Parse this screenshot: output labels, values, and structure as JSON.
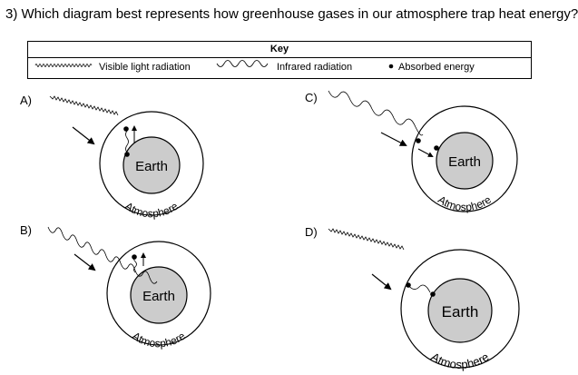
{
  "question": "3) Which diagram best represents how greenhouse gases in our atmosphere trap heat energy?",
  "key": {
    "title": "Key",
    "visible_light": "Visible light radiation",
    "infrared": "Infrared radiation",
    "absorbed": "Absorbed energy"
  },
  "options": [
    {
      "label": "A)",
      "earth": "Earth",
      "atmosphere": "Atmosphere"
    },
    {
      "label": "B)",
      "earth": "Earth",
      "atmosphere": "Atmosphere"
    },
    {
      "label": "C)",
      "earth": "Earth",
      "atmosphere": "Atmosphere"
    },
    {
      "label": "D)",
      "earth": "Earth",
      "atmosphere": "Atmosphere"
    }
  ]
}
